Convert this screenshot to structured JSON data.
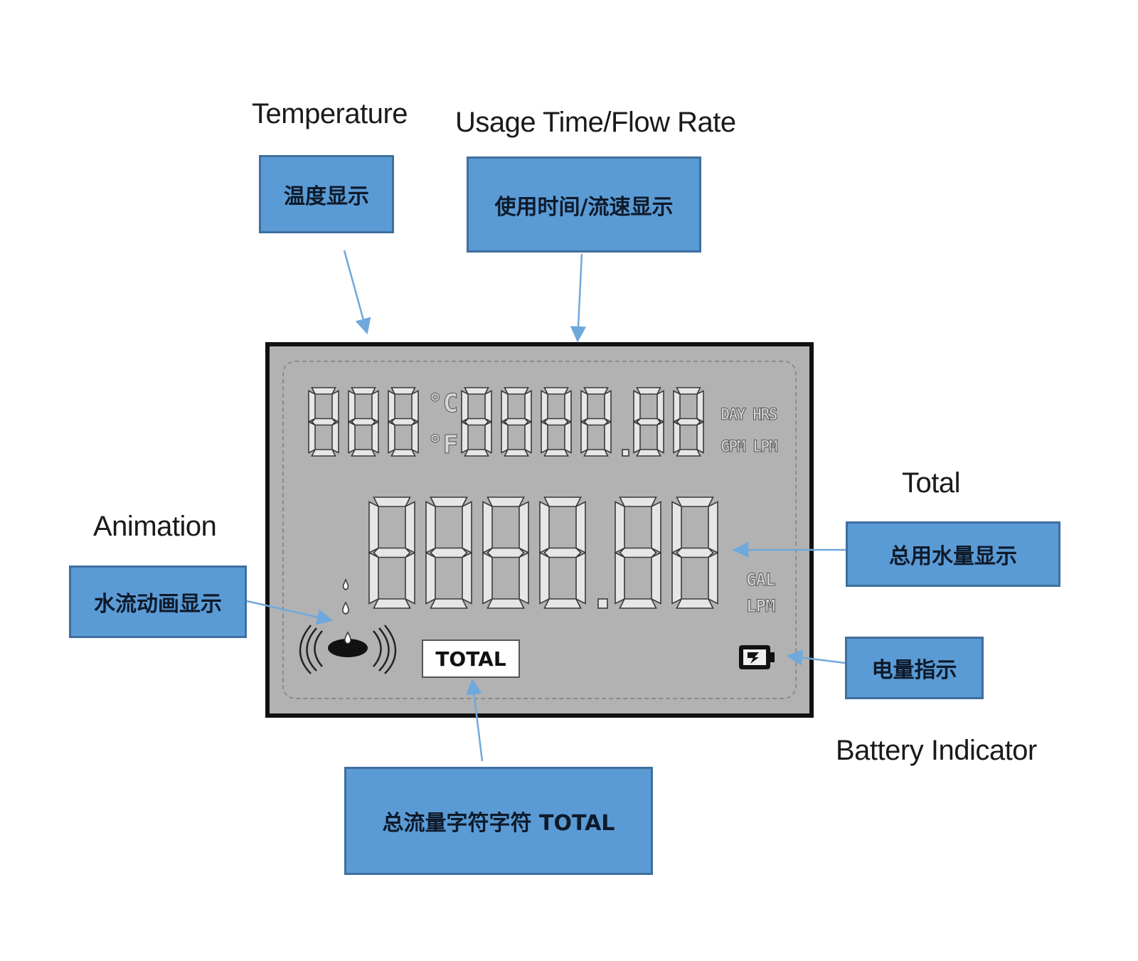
{
  "captions": {
    "temperature": "Temperature",
    "usage": "Usage Time/Flow Rate",
    "total": "Total",
    "animation": "Animation",
    "battery": "Battery Indicator"
  },
  "boxes": {
    "temperature": "温度显示",
    "usage": "使用时间/流速显示",
    "total": "总用水量显示",
    "animation": "水流动画显示",
    "battery": "电量指示",
    "total_char": "总流量字符字符 TOTAL"
  },
  "lcd": {
    "temp_digits": "888",
    "unit_c": "°C",
    "unit_f": "°F",
    "usage_digits": "8888.88",
    "unit_day_hrs": "DAY HRS",
    "unit_gpm_lpm": "GPM LPM",
    "total_digits": "8888.88",
    "unit_gal": "GAL",
    "unit_lpm": "LPM",
    "total_tag": "TOTAL"
  },
  "colors": {
    "box_fill": "#5b9bd5",
    "lcd_background": "#b2b2b2",
    "arrow": "#6fa8dc"
  }
}
